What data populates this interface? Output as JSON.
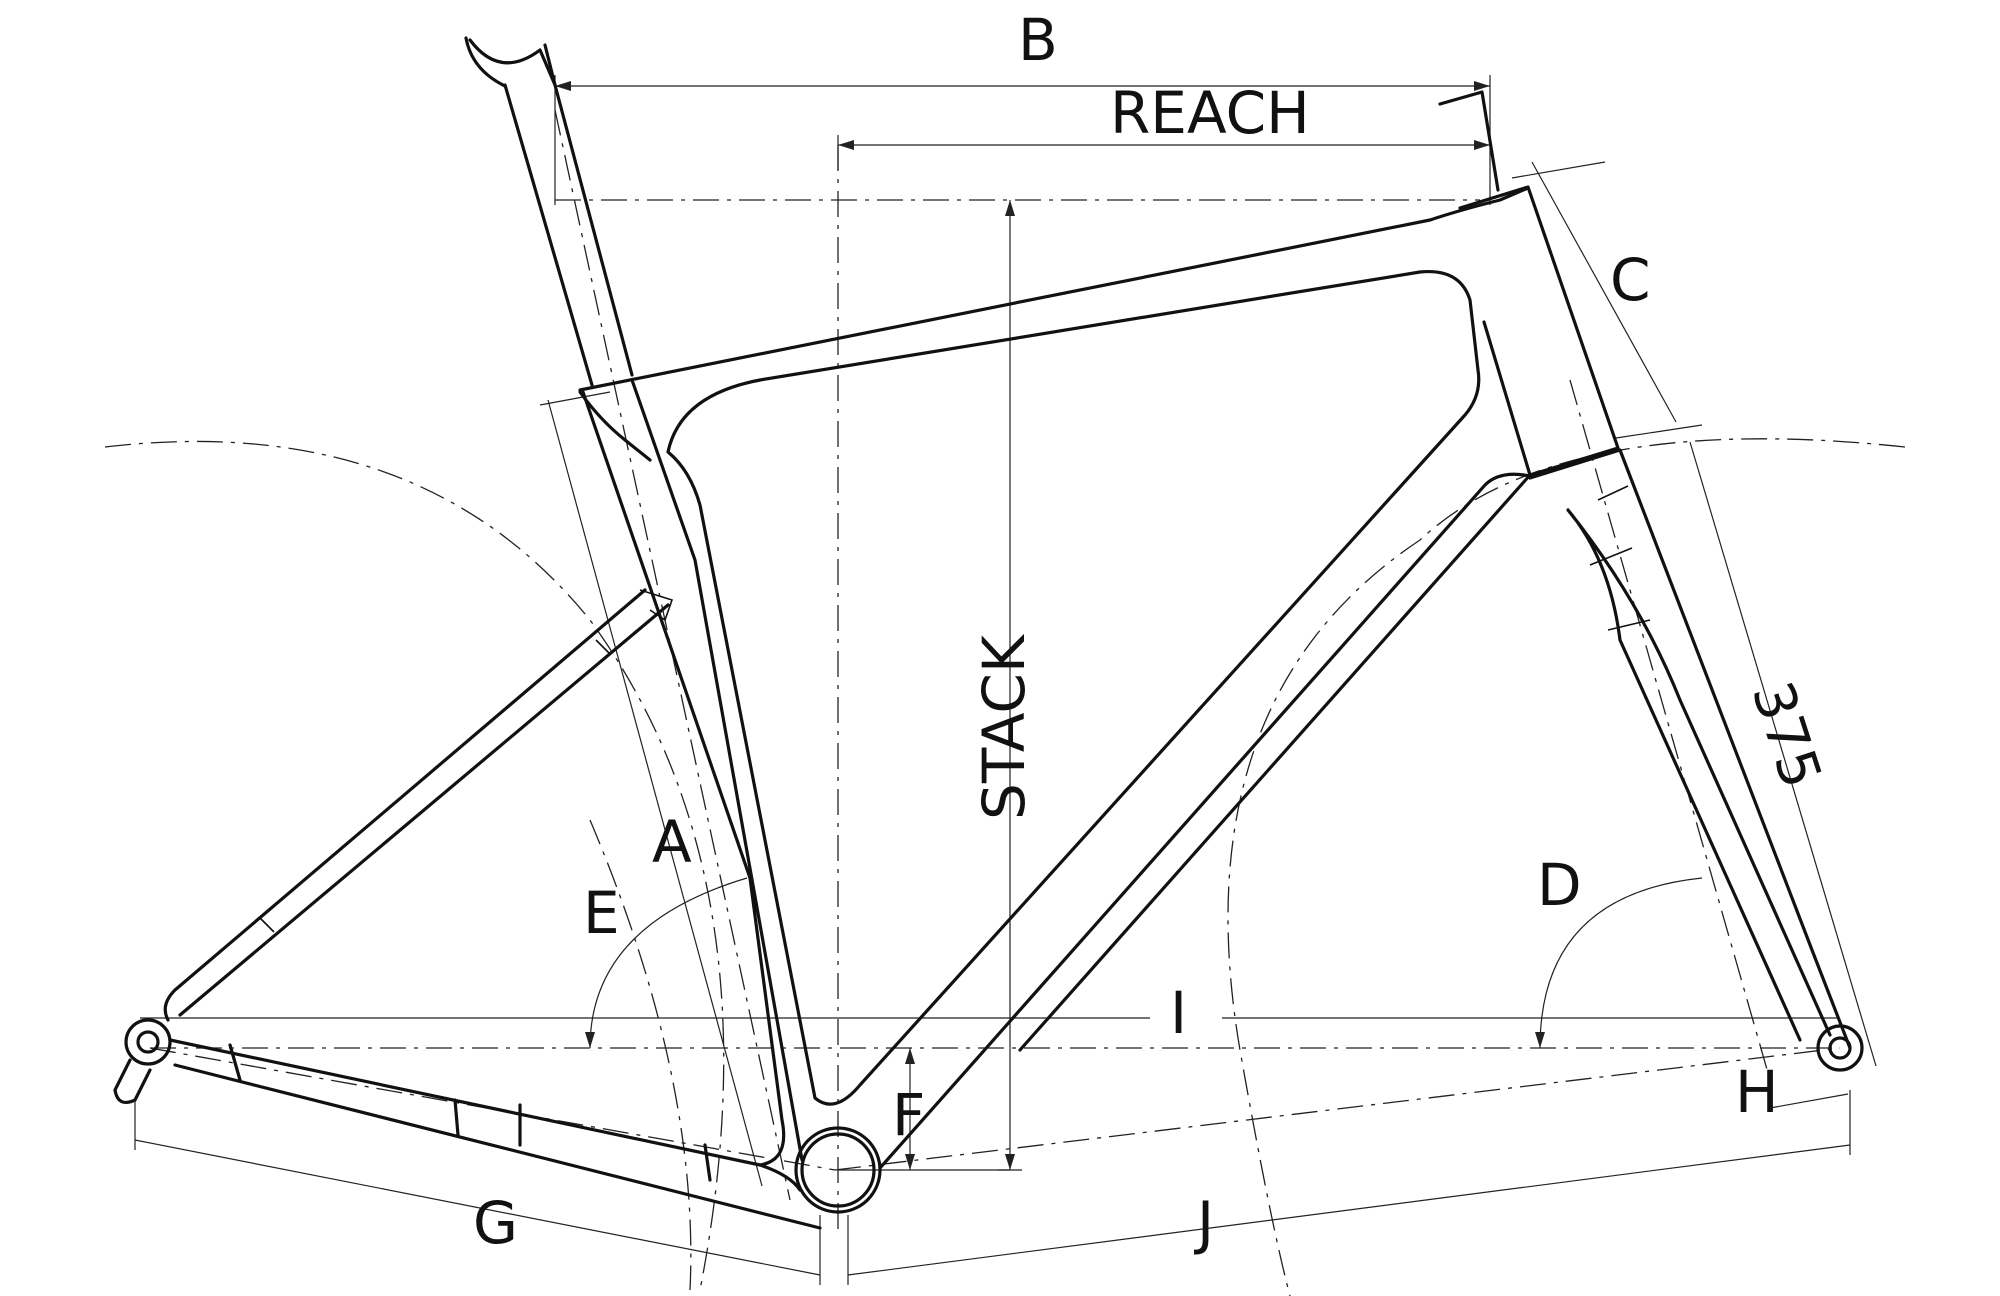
{
  "labels": {
    "B": "B",
    "reach": "REACH",
    "C": "C",
    "stack": "STACK",
    "fork_length": "375",
    "A": "A",
    "E": "E",
    "D": "D",
    "I": "I",
    "F": "F",
    "H": "H",
    "G": "G",
    "J": "J"
  }
}
